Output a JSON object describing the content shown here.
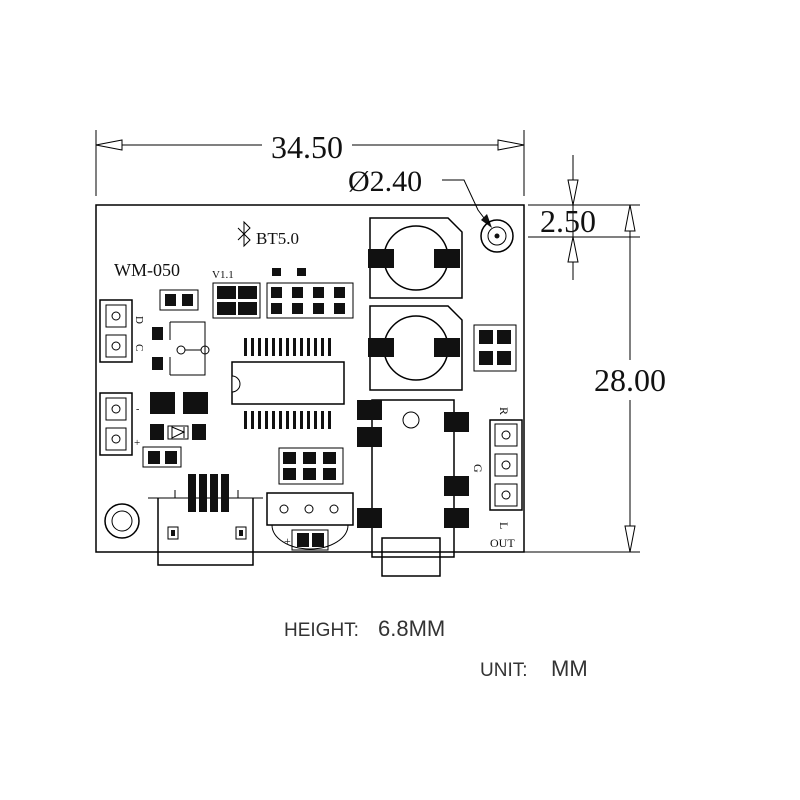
{
  "dimensions": {
    "width": "34.50",
    "height": "28.00",
    "hole_diameter": "Ø2.40",
    "hole_offset": "2.50"
  },
  "board": {
    "model": "WM-050",
    "version": "V1.1",
    "bluetooth": "BT5.0",
    "bluetooth_icon": "bluetooth-icon"
  },
  "silkscreen": {
    "power_in_top": "D",
    "power_in_bottom": "C",
    "batt_neg": "-",
    "batt_pos": "+",
    "audio_r": "R",
    "audio_g": "G",
    "audio_l": "L",
    "audio_out": "OUT",
    "mic_plus": "+"
  },
  "notes": {
    "height_label": "HEIGHT:",
    "height_value": "6.8MM",
    "unit_label": "UNIT:",
    "unit_value": "MM"
  },
  "colors": {
    "line": "#000000",
    "fill": "#111111",
    "note_text": "#333333"
  }
}
